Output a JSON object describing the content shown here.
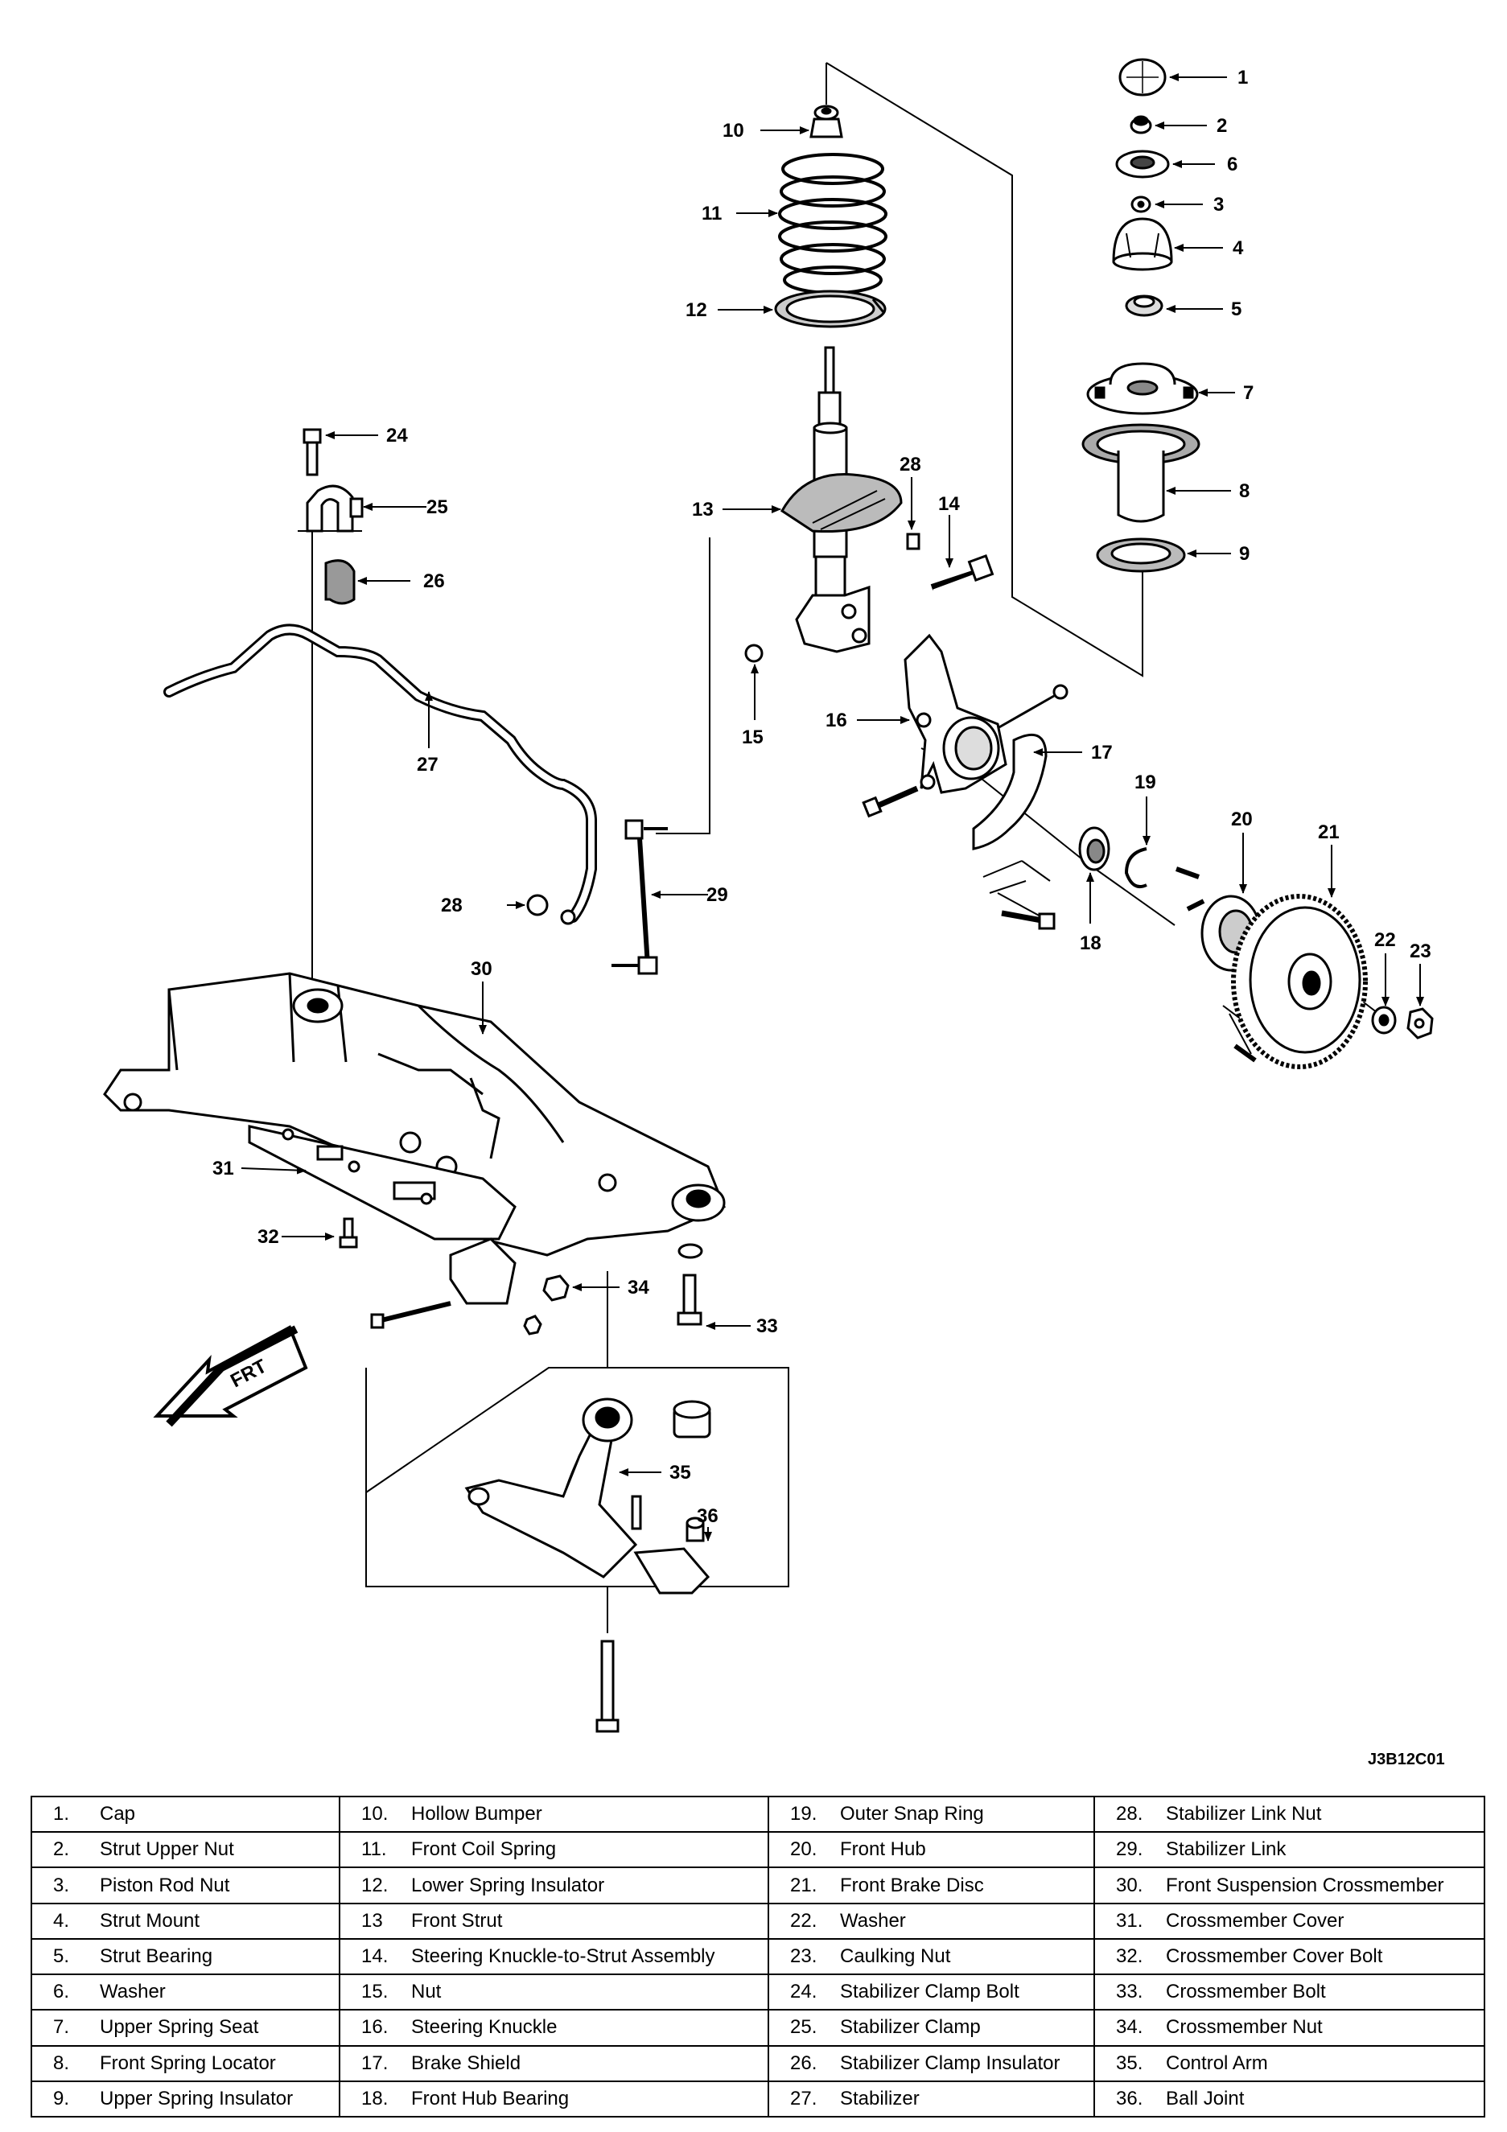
{
  "figure_id": "J3B12C01",
  "frt_label": "FRT",
  "callout_numbers": [
    "1",
    "2",
    "3",
    "4",
    "5",
    "6",
    "7",
    "8",
    "9",
    "10",
    "11",
    "12",
    "13",
    "14",
    "15",
    "16",
    "17",
    "18",
    "19",
    "20",
    "21",
    "22",
    "23",
    "24",
    "25",
    "26",
    "27",
    "28",
    "28",
    "29",
    "30",
    "31",
    "32",
    "33",
    "34",
    "35",
    "36"
  ],
  "legend": [
    [
      {
        "num": "1.",
        "label": "Cap"
      },
      {
        "num": "10.",
        "label": "Hollow Bumper"
      },
      {
        "num": "19.",
        "label": "Outer Snap Ring"
      },
      {
        "num": "28.",
        "label": "Stabilizer Link Nut"
      }
    ],
    [
      {
        "num": "2.",
        "label": "Strut Upper Nut"
      },
      {
        "num": "11.",
        "label": "Front Coil Spring"
      },
      {
        "num": "20.",
        "label": "Front Hub"
      },
      {
        "num": "29.",
        "label": "Stabilizer Link"
      }
    ],
    [
      {
        "num": "3.",
        "label": "Piston Rod Nut"
      },
      {
        "num": "12.",
        "label": "Lower Spring Insulator"
      },
      {
        "num": "21.",
        "label": "Front Brake Disc"
      },
      {
        "num": "30.",
        "label": "Front Suspension Crossmember"
      }
    ],
    [
      {
        "num": "4.",
        "label": "Strut Mount"
      },
      {
        "num": "13",
        "label": "Front Strut"
      },
      {
        "num": "22.",
        "label": "Washer"
      },
      {
        "num": "31.",
        "label": "Crossmember Cover"
      }
    ],
    [
      {
        "num": "5.",
        "label": "Strut Bearing"
      },
      {
        "num": "14.",
        "label": "Steering Knuckle-to-Strut Assembly"
      },
      {
        "num": "23.",
        "label": "Caulking Nut"
      },
      {
        "num": "32.",
        "label": "Crossmember Cover Bolt"
      }
    ],
    [
      {
        "num": "6.",
        "label": "Washer"
      },
      {
        "num": "15.",
        "label": "Nut"
      },
      {
        "num": "24.",
        "label": "Stabilizer Clamp Bolt"
      },
      {
        "num": "33.",
        "label": "Crossmember Bolt"
      }
    ],
    [
      {
        "num": "7.",
        "label": "Upper Spring Seat"
      },
      {
        "num": "16.",
        "label": "Steering Knuckle"
      },
      {
        "num": "25.",
        "label": "Stabilizer Clamp"
      },
      {
        "num": "34.",
        "label": "Crossmember Nut"
      }
    ],
    [
      {
        "num": "8.",
        "label": "Front Spring Locator"
      },
      {
        "num": "17.",
        "label": "Brake Shield"
      },
      {
        "num": "26.",
        "label": "Stabilizer Clamp Insulator"
      },
      {
        "num": "35.",
        "label": "Control Arm"
      }
    ],
    [
      {
        "num": "9.",
        "label": "Upper Spring Insulator"
      },
      {
        "num": "18.",
        "label": "Front Hub Bearing"
      },
      {
        "num": "27.",
        "label": "Stabilizer"
      },
      {
        "num": "36.",
        "label": "Ball Joint"
      }
    ]
  ]
}
